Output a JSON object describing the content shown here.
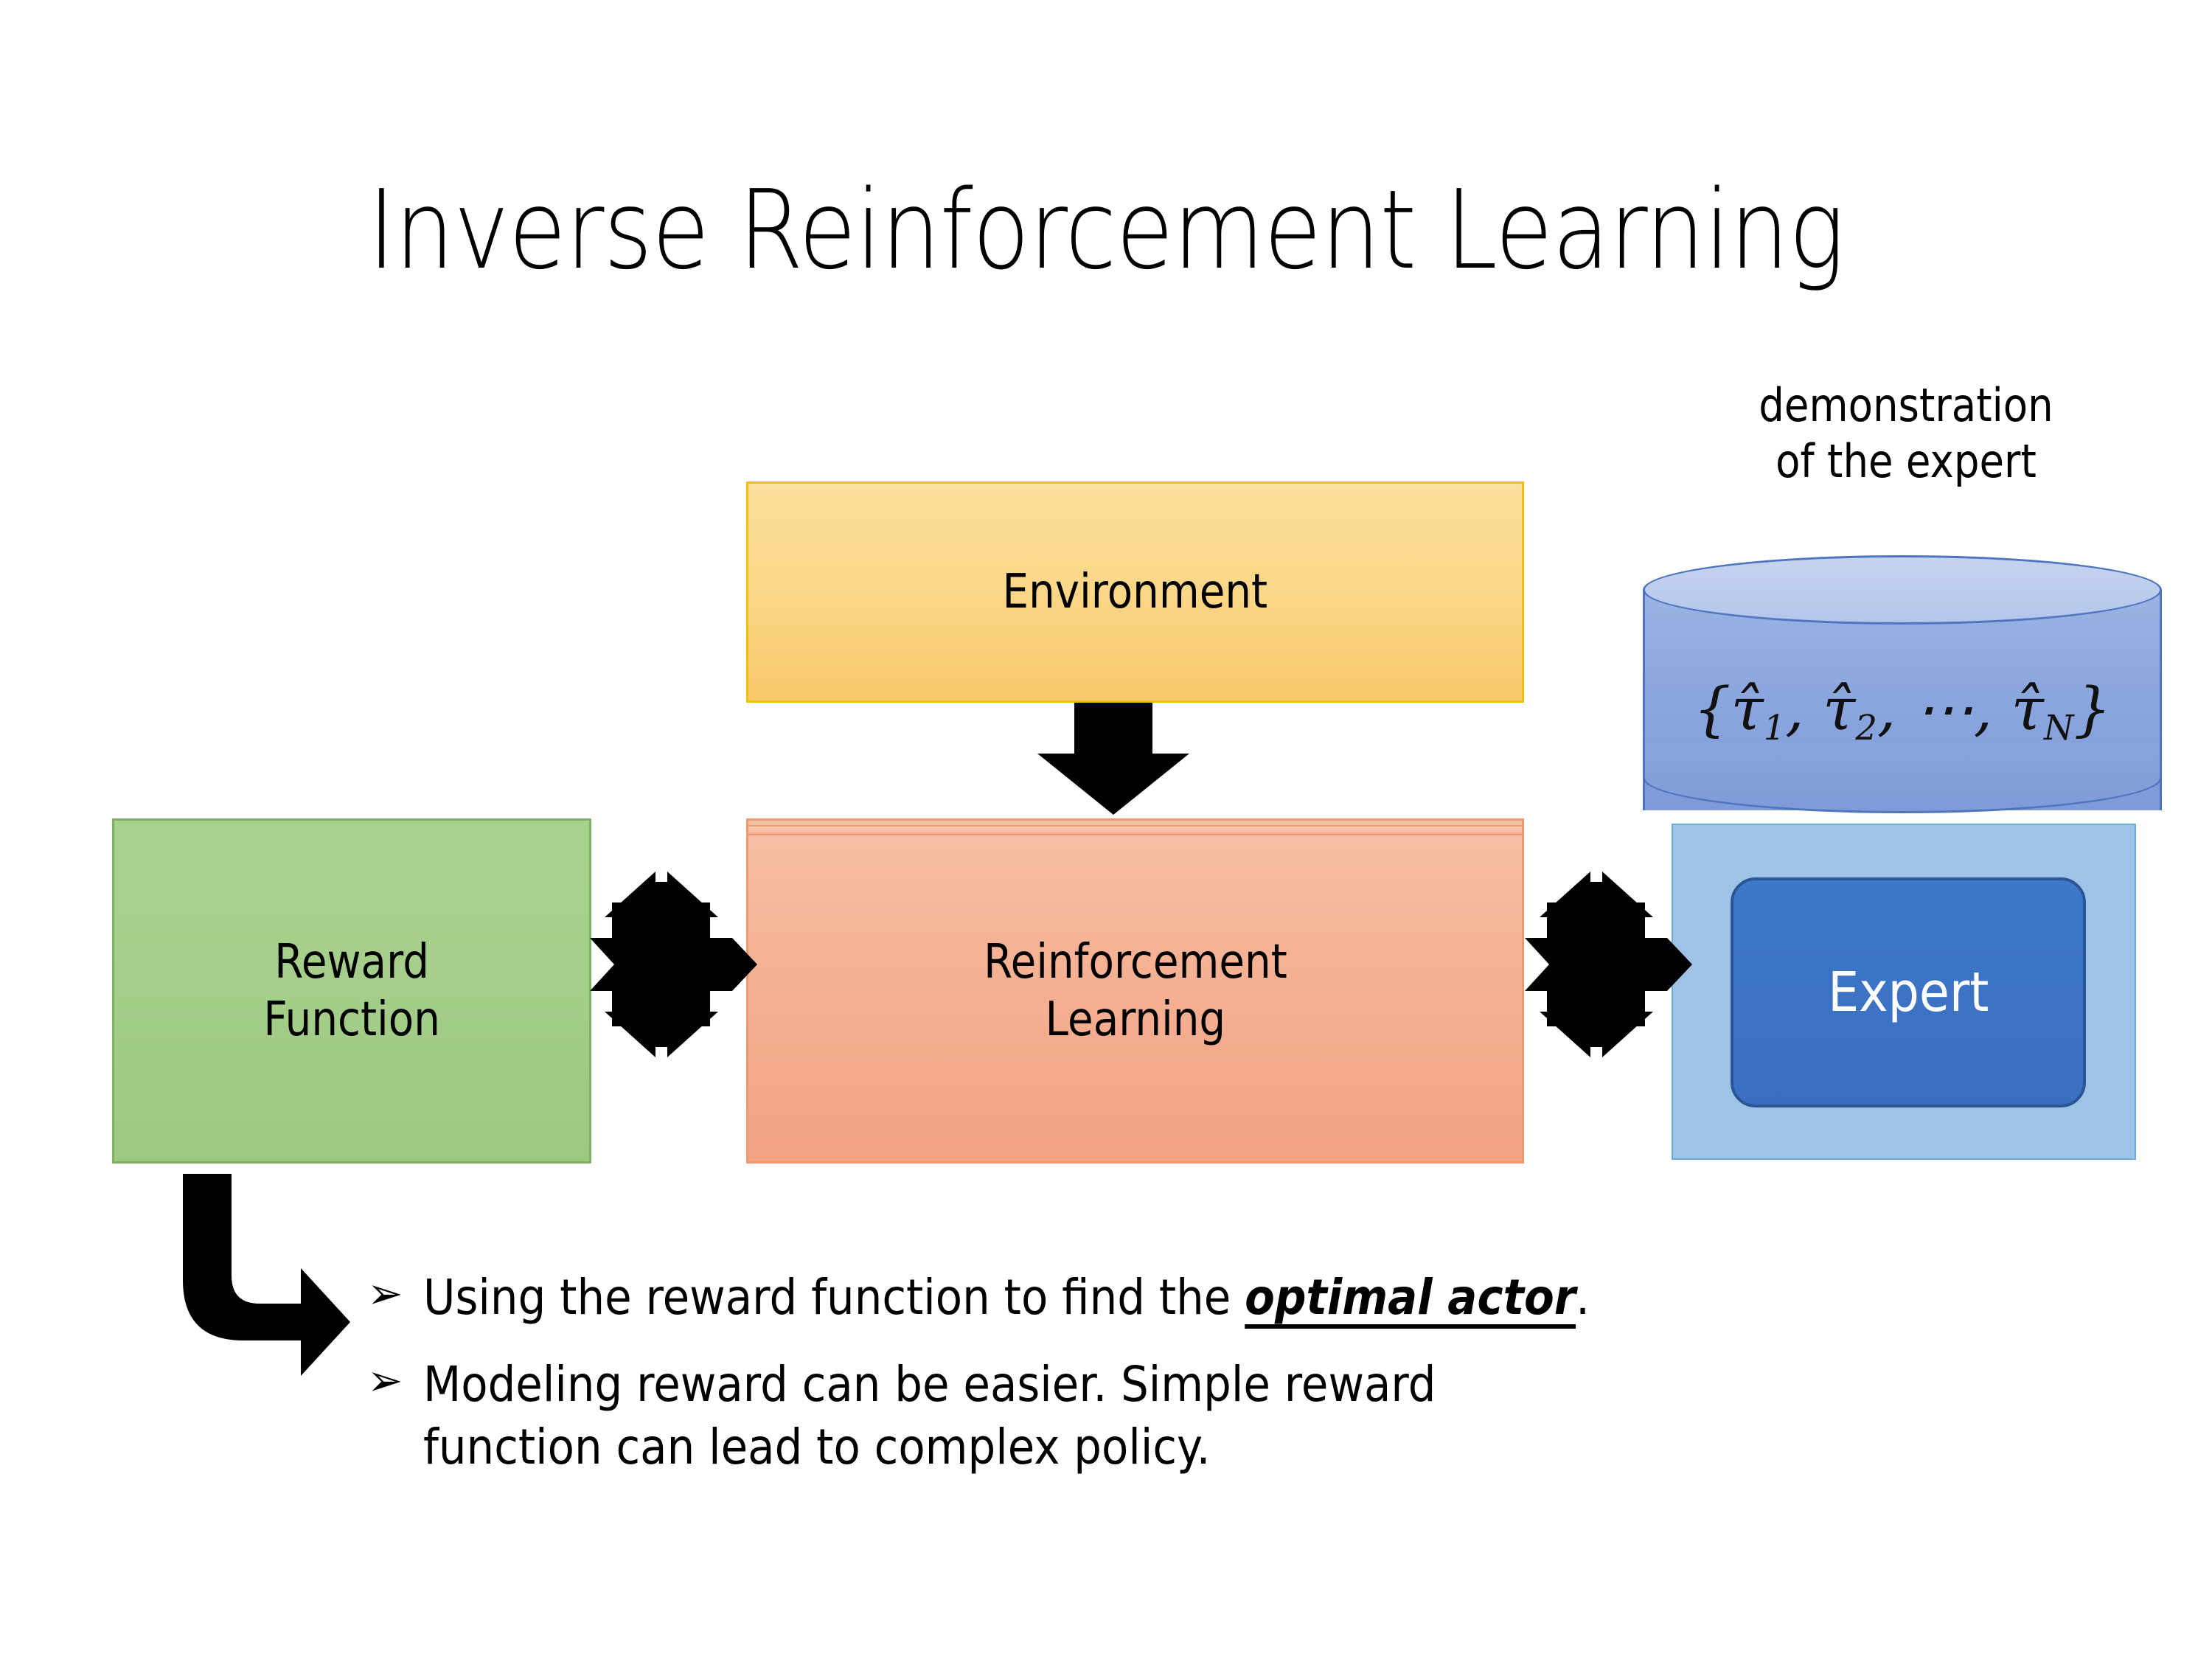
{
  "slide": {
    "title": "Inverse Reinforcement Learning",
    "background_color": "#FFFFFF"
  },
  "diagram": {
    "boxes": [
      {
        "name": "environment",
        "label": "Environment",
        "fill_color": "#FBD88A",
        "border_color": "#F2C000",
        "text_color": "#000000"
      },
      {
        "name": "reinforcement-learning",
        "label": "Reinforcement\nLearning",
        "fill_color": "#F5B295",
        "border_color": "#ED9A6E",
        "text_color": "#000000"
      },
      {
        "name": "reward-function",
        "label": "Reward\nFunction",
        "fill_color": "#A9D18E",
        "border_color": "#7FB35F",
        "text_color": "#000000"
      },
      {
        "name": "expert",
        "label": "Expert",
        "fill_color": "#3E77C8",
        "border_color": "#2C5596",
        "text_color": "#FFFFFF"
      }
    ],
    "expert_panel": {
      "fill_color": "#9DC3E6",
      "border_color": "#6FA8DC"
    },
    "cylinder": {
      "caption": "demonstration\nof the expert",
      "formula_open": "{",
      "formula_items": [
        {
          "symbol": "τ̂",
          "subscript": "1"
        },
        {
          "symbol": "τ̂",
          "subscript": "2"
        },
        {
          "symbol": "⋯",
          "subscript": ""
        },
        {
          "symbol": "τ̂",
          "subscript": "N"
        }
      ],
      "formula_close": "}",
      "formula_plain": "{τ̂₁, τ̂₂, ⋯, τ̂ₙ}",
      "body_color": "#8FA9DF",
      "top_color": "#B3C5EA",
      "border_color": "#4F74C0"
    },
    "connectors": [
      {
        "name": "environment-to-rl",
        "type": "down-arrow",
        "color": "#000000"
      },
      {
        "name": "reward-rl-bidirectional",
        "type": "quad-arrow",
        "color": "#000000"
      },
      {
        "name": "rl-expert-bidirectional",
        "type": "quad-arrow",
        "color": "#000000"
      },
      {
        "name": "reward-to-bullets",
        "type": "bent-arrow",
        "color": "#000000"
      }
    ]
  },
  "bullets": {
    "marker": "➢",
    "items": [
      {
        "name": "bullet-optimal-actor",
        "prefix": "Using the reward function to find the ",
        "emphasis": "optimal actor",
        "suffix": "."
      },
      {
        "name": "bullet-modeling-reward",
        "prefix": "Modeling reward can be easier. Simple reward\nfunction can lead to complex policy.",
        "emphasis": "",
        "suffix": ""
      }
    ]
  }
}
